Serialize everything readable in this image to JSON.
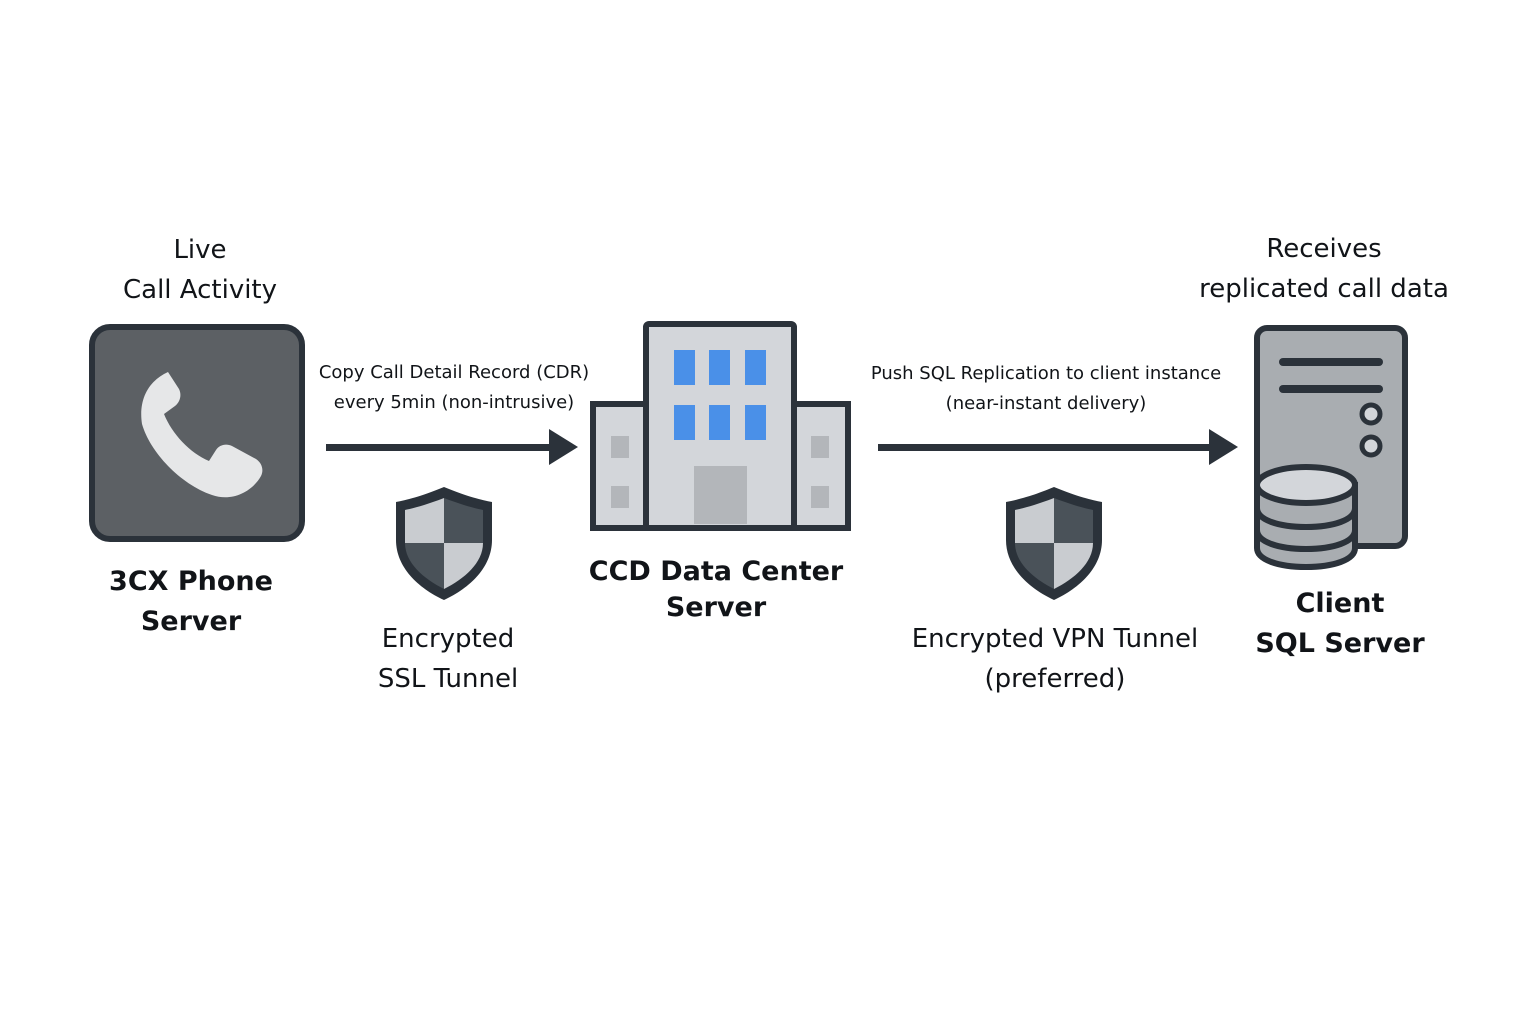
{
  "nodes": {
    "phone": {
      "top_label": [
        "Live",
        "Call Activity"
      ],
      "name": [
        "3CX Phone",
        "Server"
      ],
      "icon": "phone-server-icon"
    },
    "datacenter": {
      "name": [
        "CCD Data Center",
        "Server"
      ],
      "icon": "data-center-building-icon"
    },
    "client": {
      "top_label": [
        "Receives",
        "replicated call data"
      ],
      "name": [
        "Client",
        "SQL Server"
      ],
      "icon": "sql-server-icon"
    }
  },
  "links": {
    "ssl": {
      "note": [
        "Copy Call Detail Record (CDR)",
        "every 5min (non-intrusive)"
      ],
      "tunnel": [
        "Encrypted",
        "SSL Tunnel"
      ],
      "icon": "shield-icon"
    },
    "vpn": {
      "note": [
        "Push SQL Replication to client instance",
        "(near-instant delivery)"
      ],
      "tunnel": [
        "Encrypted VPN Tunnel",
        "(preferred)"
      ],
      "icon": "shield-icon"
    }
  },
  "colors": {
    "outline": "#2b323a",
    "phone_bg": "#5c6064",
    "window_blue": "#4a90e8",
    "building_light": "#d3d6da",
    "building_dark": "#b3b6ba",
    "server_body": "#a9adb1"
  }
}
